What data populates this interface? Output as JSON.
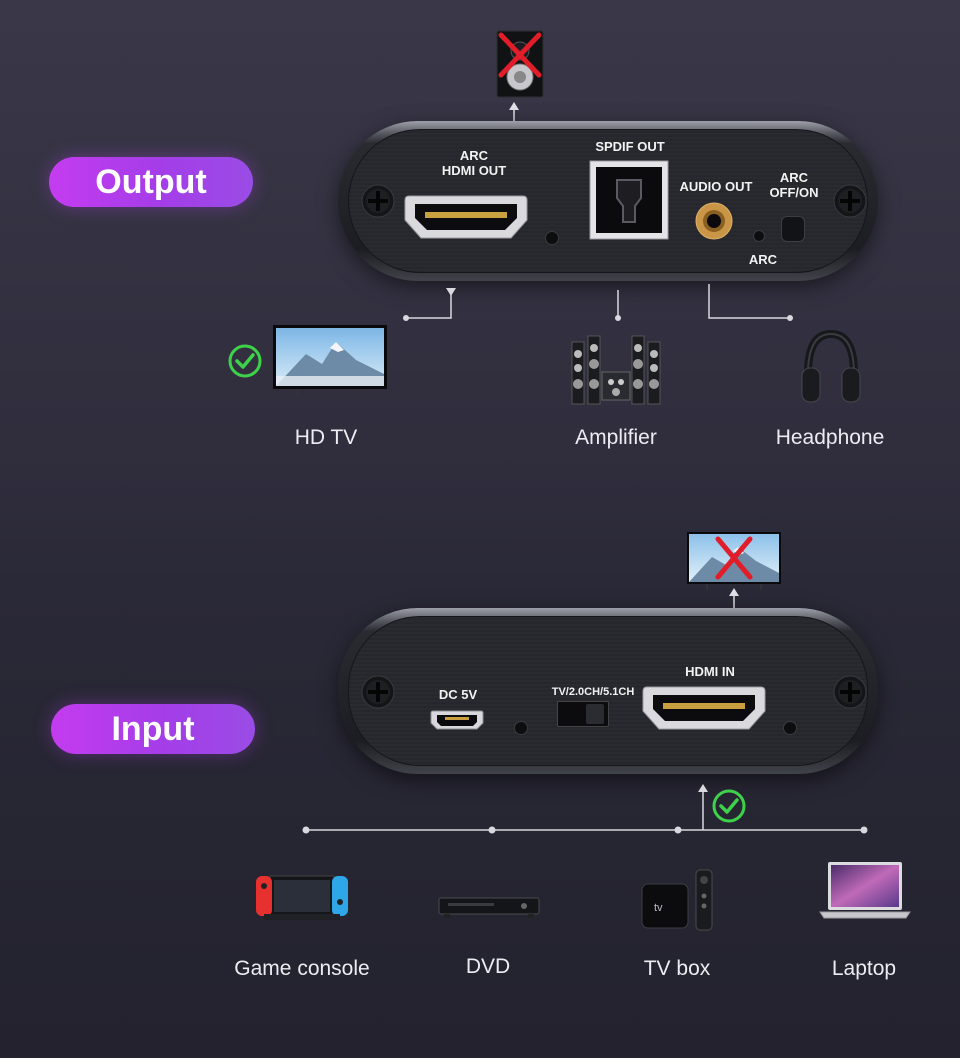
{
  "output_section": {
    "badge": "Output",
    "ports": {
      "arc_hdmi_out": "ARC\nHDMI OUT",
      "spdif_out": "SPDIF OUT",
      "audio_out": "AUDIO OUT",
      "arc_switch": "ARC\nOFF/ON",
      "arc_led": "ARC"
    },
    "devices": [
      {
        "label": "HD TV",
        "supported": true
      },
      {
        "label": "Amplifier"
      },
      {
        "label": "Headphone"
      }
    ],
    "unsupported_icon": "speaker-x-icon"
  },
  "input_section": {
    "badge": "Input",
    "ports": {
      "dc": "DC 5V",
      "mode_switch": "TV/2.0CH/5.1CH",
      "hdmi_in": "HDMI IN"
    },
    "devices": [
      {
        "label": "Game console"
      },
      {
        "label": "DVD"
      },
      {
        "label": "TV box"
      },
      {
        "label": "Laptop"
      }
    ],
    "unsupported_icon": "tv-x-icon"
  },
  "colors": {
    "badge_purple": "#b03ee8",
    "check_green": "#3ed24a",
    "cross_red": "#e11d2a",
    "connector_line": "#d8d8de"
  }
}
